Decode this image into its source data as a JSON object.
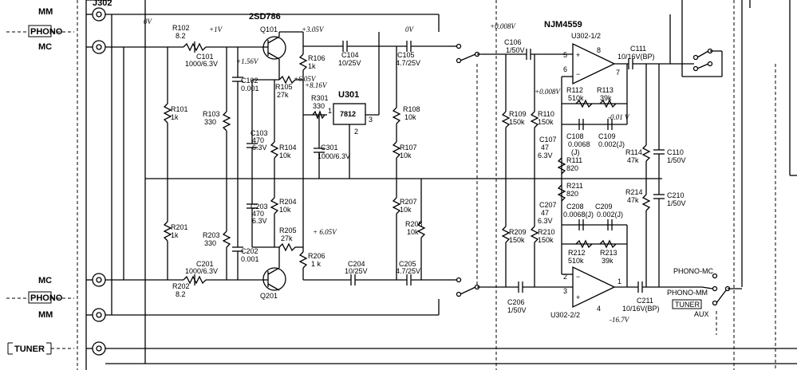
{
  "jack": "J302",
  "inputs": {
    "mm_top": "MM",
    "phono_top": "PHONO",
    "mc_top": "MC",
    "mc_bot": "MC",
    "phono_bot": "PHONO",
    "mm_bot": "MM",
    "tuner": "TUNER"
  },
  "parts": {
    "q101_type": "2SD786",
    "q101": "Q101",
    "q201": "Q201",
    "u301": "U301",
    "u301_part": "7812",
    "u302_type": "NJM4559",
    "u302a": "U302-1/2",
    "u302b": "U302-2/2",
    "r102": "R102",
    "r102v": "8.2",
    "r202": "R202",
    "r202v": "8.2",
    "r101": "R101",
    "r101v": "1k",
    "r201": "R201",
    "r201v": "1k",
    "r103": "R103",
    "r103v": "330",
    "r203": "R203",
    "r203v": "330",
    "c101": "C101",
    "c101v": "1000/6.3V",
    "c201": "C201",
    "c201v": "1000/6.3V",
    "c102": "C102",
    "c102v": "0.001",
    "c202": "C202",
    "c202v": "0.001",
    "c103": "C103",
    "c103v1": "470",
    "c103v2": "6.3V",
    "c203": "C203",
    "c203v1": "470",
    "c203v2": "6.3V",
    "r104": "R104",
    "r104v": "10k",
    "r204": "R204",
    "r204v": "10k",
    "r105": "R105",
    "r105v": "27k",
    "r205": "R205",
    "r205v": "27k",
    "r106": "R106",
    "r106v": "1k",
    "r206": "R206",
    "r206v": "1 k",
    "r301": "R301",
    "r301v": "330",
    "c301": "C301",
    "c301v": "1000/6.3V",
    "c104": "C104",
    "c104v": "10/25V",
    "c204": "C204",
    "c204v": "10/25V",
    "c105": "C105",
    "c105v": "4.7/25V",
    "c205": "C205",
    "c205v": "4.7/25V",
    "r108": "R108",
    "r108v": "10k",
    "r107": "R107",
    "r107v": "10k",
    "r207": "R207",
    "r207v": "10k",
    "r208": "R208",
    "r208v": "10k",
    "c106": "C106",
    "c106v": "1/50V",
    "c206": "C206",
    "c206v": "1/50V",
    "r109": "R109",
    "r109v": "150k",
    "r110": "R110",
    "r110v": "150k",
    "r209": "R209",
    "r209v": "150k",
    "r210": "R210",
    "r210v": "150k",
    "r112": "R112",
    "r112v": "510k",
    "r113": "R113",
    "r113v": "39k",
    "r212": "R212",
    "r212v": "510k",
    "r213": "R213",
    "r213v": "39k",
    "c107": "C107",
    "c107v1": "47",
    "c107v2": "6.3V",
    "c207": "C207",
    "c207v1": "47",
    "c207v2": "6.3V",
    "c108": "C108",
    "c108v": "0.0068",
    "c108j": "(J)",
    "c109": "C109",
    "c109v": "0.002(J)",
    "c208": "C208",
    "c208v": "0.0068(J)",
    "c209": "C209",
    "c209v": "0.002(J)",
    "r111": "R111",
    "r111v": "820",
    "r211": "R211",
    "r211v": "820",
    "r114": "R114",
    "r114v": "47k",
    "r214": "R214",
    "r214v": "47k",
    "c110": "C110",
    "c110v": "1/50V",
    "c210": "C210",
    "c210v": "1/50V",
    "c111": "C111",
    "c111v": "10/16V(BP)",
    "c211": "C211",
    "c211v": "10/16V(BP)"
  },
  "pins": {
    "p5": "5",
    "p6": "6",
    "p7": "7",
    "p8": "8",
    "p4": "4",
    "p3": "3",
    "p2": "2",
    "p1": "1",
    "u1": "1",
    "u2": "2",
    "u3": "3"
  },
  "voltages": {
    "v0a": "0V",
    "v1": "+1V",
    "v305": "+3.05V",
    "v156": "+1.56V",
    "v605a": "+6.05V",
    "v816": "+8.16V",
    "v0b": "0V",
    "v0008a": "+0.008V",
    "v0008b": "+0.008V",
    "v001": "-0.01 V",
    "v605b": "+ 6.05V",
    "v167": "-16.7V"
  },
  "switch": {
    "phono_mc": "PHONO-MC",
    "phono_mm": "PHONO-MM",
    "tuner": "TUNER",
    "aux": "AUX"
  }
}
